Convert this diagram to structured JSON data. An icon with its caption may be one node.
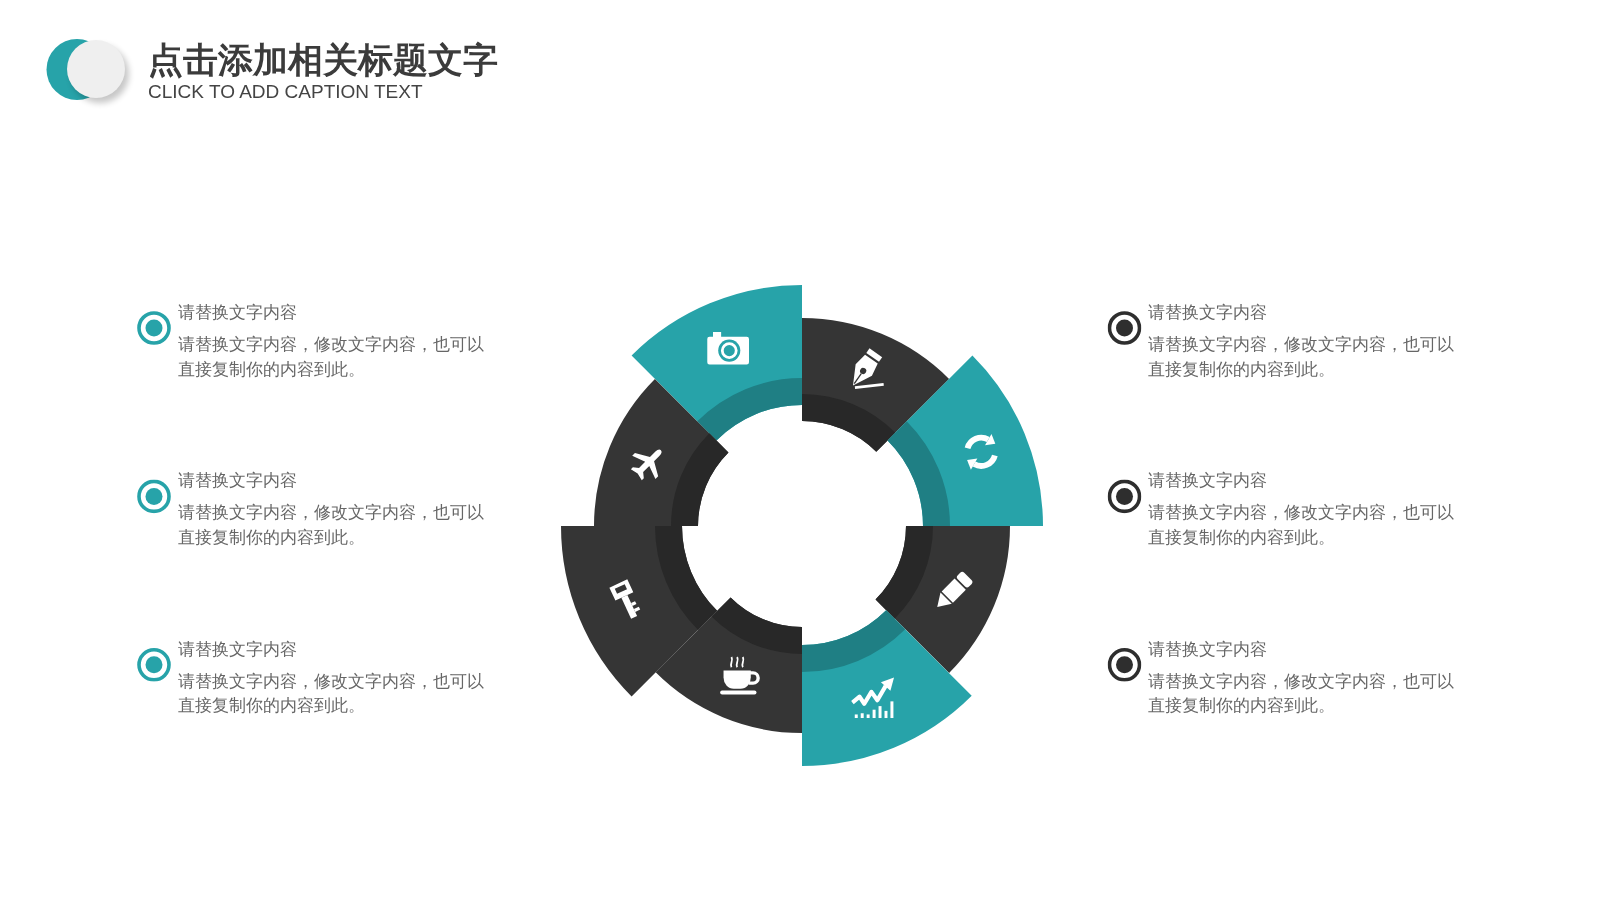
{
  "diagram": {
    "title": "点击添加相关标题文字",
    "caption": "CLICK TO ADD CAPTION TEXT",
    "labels": [
      "请替换文字内容",
      "请替换文字内容，修改文字内容，也可以直接复制你的内容到此。",
      "请替换文字内容",
      "请替换文字内容，修改文字内容，也可以直接复制你的内容到此。",
      "请替换文字内容",
      "请替换文字内容，修改文字内容，也可以直接复制你的内容到此。",
      "请替换文字内容",
      "请替换文字内容，修改文字内容，也可以直接复制你的内容到此。",
      "请替换文字内容",
      "请替换文字内容，修改文字内容，也可以直接复制你的内容到此。",
      "请替换文字内容",
      "请替换文字内容，修改文字内容，也可以直接复制你的内容到此。"
    ]
  }
}
